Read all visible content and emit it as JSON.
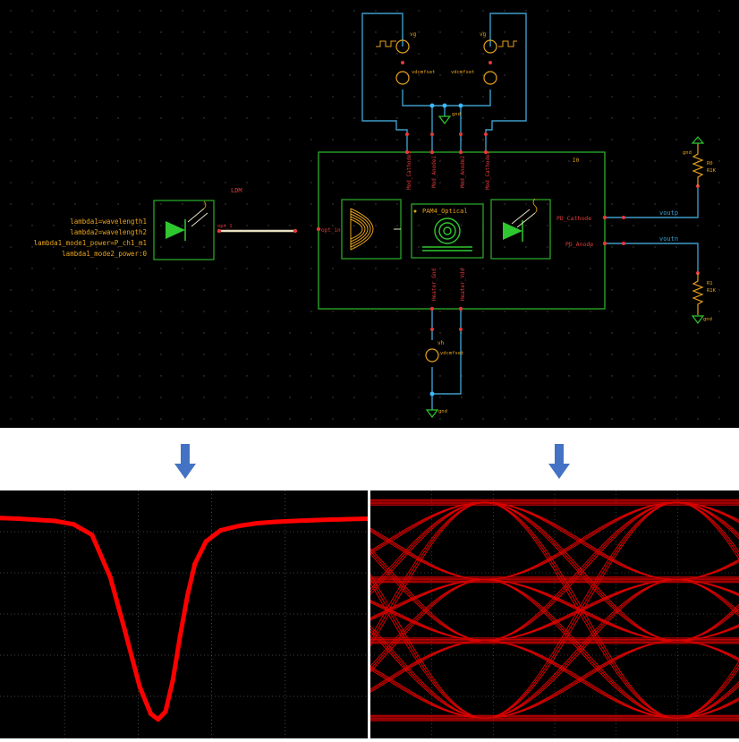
{
  "schematic": {
    "instance_name": "I0",
    "laser_label": "LDM",
    "laser_params": [
      "lambda1=wavelength1",
      "lambda2=wavelength2",
      "lambda1_mode1_power=P_ch1_m1",
      "lambda1_mode2_power:0"
    ],
    "laser_pin": "opt_1",
    "block_pin_in": "opt_in",
    "top_pins": [
      "Mod_Cathode1",
      "Mod_Anode1",
      "Mod_Anode2",
      "Mod_Cathode2"
    ],
    "bottom_pins": [
      "Heater_Gnd",
      "Heater_Vdd"
    ],
    "ring_label": "PAM4_Optical",
    "right_pins": [
      "PD_Cathode",
      "PD_Anode"
    ],
    "net_labels": [
      "voutp",
      "voutn"
    ],
    "source_label": "vdcmfset",
    "source_names": [
      "vg",
      "vg",
      "vh"
    ],
    "gnd_label": "gnd",
    "res_labels": [
      "R0",
      "R1"
    ],
    "res_value": "R1K"
  },
  "colors": {
    "schematic_bg": "#000000",
    "wire": "#3d9cc8",
    "pin": "#e23a3a",
    "component": "#e6a21c",
    "device": "#2fc72f",
    "frame": "#29a329",
    "optical": "#e8e0c0",
    "arrow": "#4472c4",
    "trace": "#ff0000"
  },
  "chart_data": [
    {
      "type": "line",
      "title": "",
      "xlabel": "",
      "ylabel": "",
      "x": [
        0,
        0.05,
        0.1,
        0.15,
        0.2,
        0.25,
        0.3,
        0.34,
        0.38,
        0.41,
        0.43,
        0.45,
        0.47,
        0.49,
        0.51,
        0.53,
        0.56,
        0.6,
        0.65,
        0.7,
        0.75,
        0.8,
        0.85,
        0.9,
        0.95,
        1.0
      ],
      "y": [
        0.925,
        0.922,
        0.917,
        0.912,
        0.897,
        0.85,
        0.66,
        0.42,
        0.17,
        0.05,
        0.025,
        0.06,
        0.2,
        0.4,
        0.58,
        0.72,
        0.82,
        0.87,
        0.89,
        0.902,
        0.908,
        0.912,
        0.915,
        0.918,
        0.92,
        0.922
      ],
      "xlim": [
        0,
        1
      ],
      "ylim": [
        0,
        1
      ],
      "grid": true
    },
    {
      "type": "line",
      "title": "",
      "xlabel": "",
      "ylabel": "",
      "levels": [
        0.98,
        0.65,
        0.39,
        0.06
      ],
      "crossings": [
        0.05,
        0.57
      ],
      "xlim": [
        0,
        1
      ],
      "ylim": [
        0,
        1
      ],
      "grid": true
    }
  ]
}
